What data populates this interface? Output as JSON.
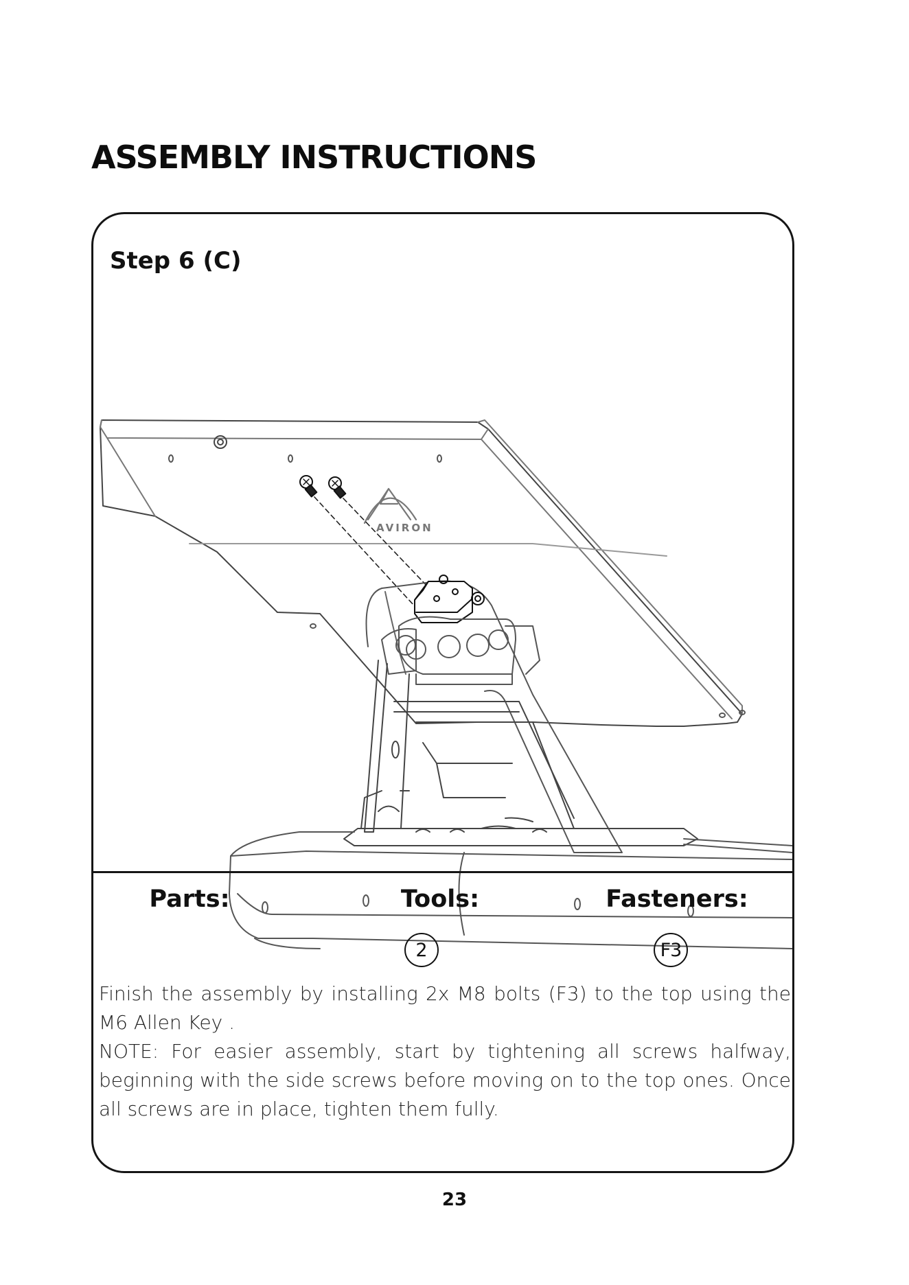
{
  "header": {
    "title": "ASSEMBLY INSTRUCTIONS"
  },
  "step": {
    "label": "Step 6 (C)",
    "brand_on_monitor": "AVIRON",
    "columns": {
      "parts_label": "Parts:",
      "tools_label": "Tools:",
      "fasteners_label": "Fasteners:"
    },
    "tools_ref": "2",
    "fasteners_ref": "F3",
    "instruction": "Finish the assembly by installing 2x M8 bolts (F3) to the top using the M6 Allen Key .",
    "note": "NOTE: For easier assembly, start by tightening all screws halfway, beginning with the side screws before moving on to the top ones. Once all screws are in place, tighten them fully."
  },
  "footer": {
    "page_number": "23"
  },
  "icons": [
    "bolt-icon"
  ]
}
